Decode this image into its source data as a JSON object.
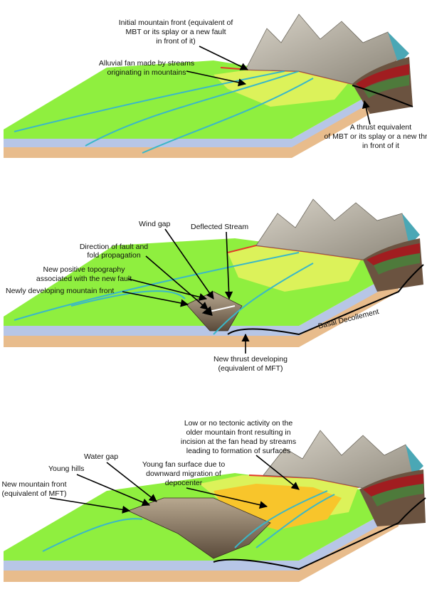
{
  "panels": [
    {
      "id": "stage-1",
      "labels": {
        "initial_front_1": "Initial mountain front (equivalent of",
        "initial_front_2": "MBT or its splay or a new fault",
        "initial_front_3": "in front of it)",
        "fan_1": "Alluvial fan made by streams",
        "fan_2": "originating in mountains",
        "thrust_1": "A thrust equivalent",
        "thrust_2": "of MBT or its splay or a new thrust",
        "thrust_3": "in front of it"
      }
    },
    {
      "id": "stage-2",
      "labels": {
        "wind_gap": "Wind gap",
        "deflected": "Deflected Stream",
        "direction_1": "Direction of fault and",
        "direction_2": "fold propagation",
        "topo_1": "New positive topography",
        "topo_2": "associated with the new fault",
        "newfront": "Newly developing mountain front",
        "basal": "Basal Decollement",
        "newthrust_1": "New thrust developing",
        "newthrust_2": "(equivalent of MFT)"
      }
    },
    {
      "id": "stage-3",
      "labels": {
        "low_1": "Low or no tectonic activity on the",
        "low_2": "older mountain front resulting in",
        "low_3": "incision at the fan head by streams",
        "low_4": "leading to formation of surfaces",
        "water_gap": "Water gap",
        "young_hills": "Young hills",
        "young_fan_1": "Young fan surface due to",
        "young_fan_2": "downward migration of",
        "young_fan_3": "depocenter",
        "mft_1": "New mountain front",
        "mft_2": "(equivalent of MFT)"
      }
    }
  ],
  "colors": {
    "plain": "#8fef3f",
    "fan": "#dcf25a",
    "young_fan": "#f8c52b",
    "stream": "#3ab7c8",
    "base_blue": "#b7c6e6",
    "base_tan": "#e8bc8c",
    "mountain": "#b9b3a6",
    "fault_line": "#e23b2a",
    "hill": "#7d6a55",
    "strata_red": "#a11d20",
    "strata_green": "#4e7a3b",
    "strata_brown": "#6b5340",
    "teal_peak": "#4aa7b5"
  }
}
